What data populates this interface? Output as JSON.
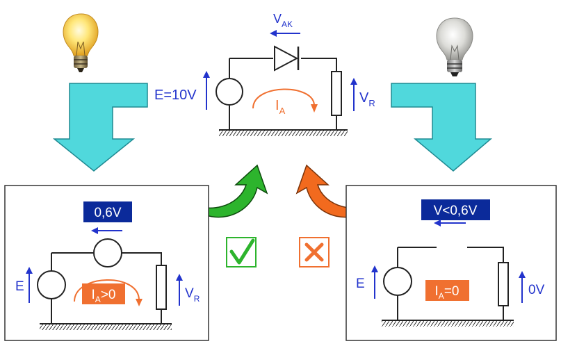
{
  "top_circuit": {
    "source_label": "E=10V",
    "diode_voltage": {
      "main": "V",
      "sub": "AK"
    },
    "current": {
      "main": "I",
      "sub": "A"
    },
    "resistor_voltage": {
      "main": "V",
      "sub": "R"
    }
  },
  "left_box": {
    "diode_drop_badge": "0,6V",
    "source_label": "E",
    "current_badge": {
      "main": "I",
      "sub": "A",
      "rest": ">0"
    },
    "resistor_voltage": {
      "main": "V",
      "sub": "R"
    }
  },
  "right_box": {
    "voltage_badge": "V<0,6V",
    "source_label": "E",
    "current_badge": {
      "main": "I",
      "sub": "A",
      "rest": "=0"
    },
    "resistor_voltage": "0V"
  },
  "indicators": {
    "conducting_mark": "check-mark-icon",
    "blocking_mark": "cross-mark-icon"
  },
  "colors": {
    "wire": "#222222",
    "blue_label": "#2233cc",
    "orange": "#f07030",
    "badge_blue": "#0b2a9a",
    "green": "#2db42d",
    "cyan_arrow": "#50d8dc",
    "orange_arrow": "#f26a1e"
  }
}
